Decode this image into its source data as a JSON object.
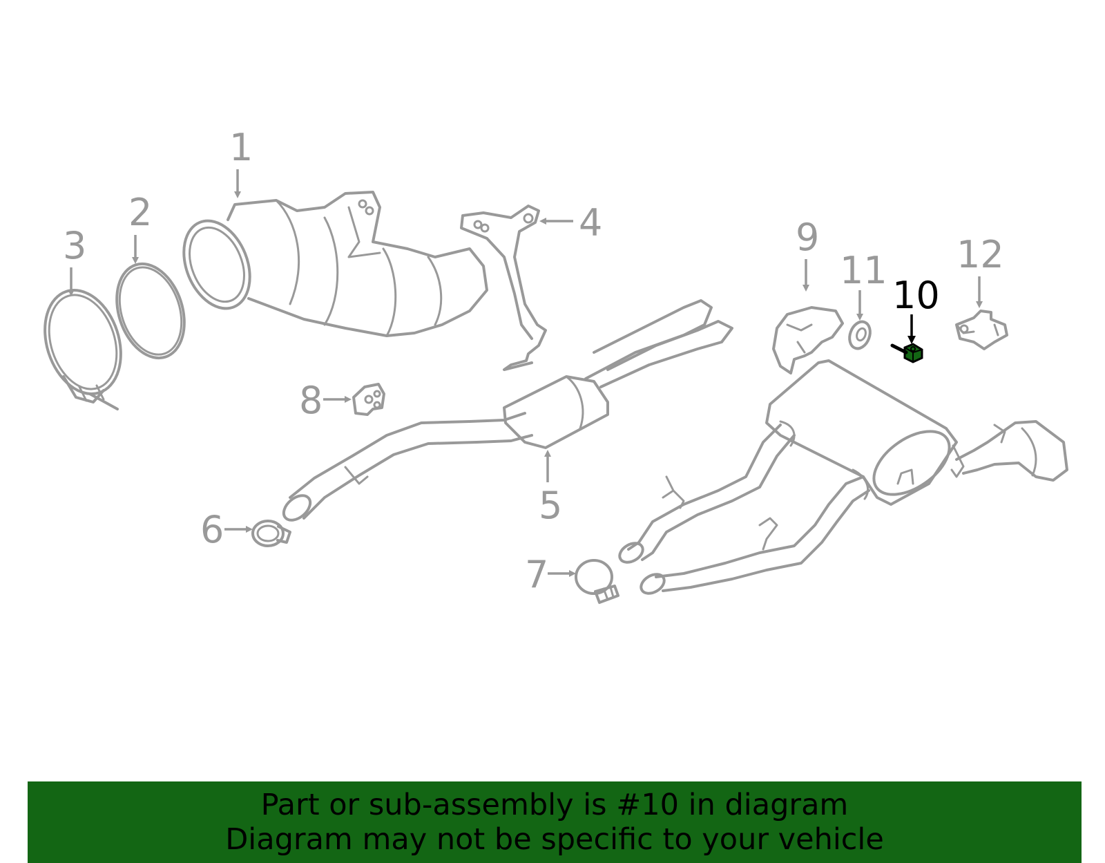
{
  "diagram": {
    "highlight_color": "#136614",
    "part_color": "#999999",
    "callouts": [
      {
        "id": "1",
        "label": "1",
        "highlighted": false
      },
      {
        "id": "2",
        "label": "2",
        "highlighted": false
      },
      {
        "id": "3",
        "label": "3",
        "highlighted": false
      },
      {
        "id": "4",
        "label": "4",
        "highlighted": false
      },
      {
        "id": "5",
        "label": "5",
        "highlighted": false
      },
      {
        "id": "6",
        "label": "6",
        "highlighted": false
      },
      {
        "id": "7",
        "label": "7",
        "highlighted": false
      },
      {
        "id": "8",
        "label": "8",
        "highlighted": false
      },
      {
        "id": "9",
        "label": "9",
        "highlighted": false
      },
      {
        "id": "10",
        "label": "10",
        "highlighted": true
      },
      {
        "id": "11",
        "label": "11",
        "highlighted": false
      },
      {
        "id": "12",
        "label": "12",
        "highlighted": false
      }
    ]
  },
  "banner": {
    "background": "#136614",
    "line1": "Part or sub-assembly is #10 in diagram",
    "line2": "Diagram may not be specific to your vehicle"
  }
}
